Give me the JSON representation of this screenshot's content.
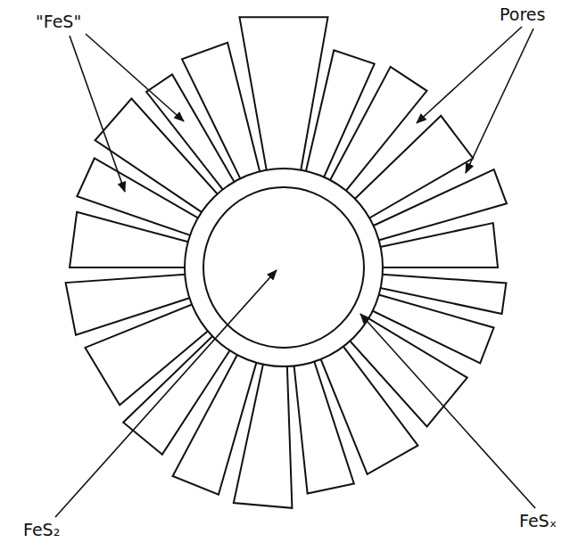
{
  "diagram": {
    "labels": [
      "\"FeS\"",
      "Pores",
      "FeS₂",
      "FeSₓ"
    ]
  }
}
